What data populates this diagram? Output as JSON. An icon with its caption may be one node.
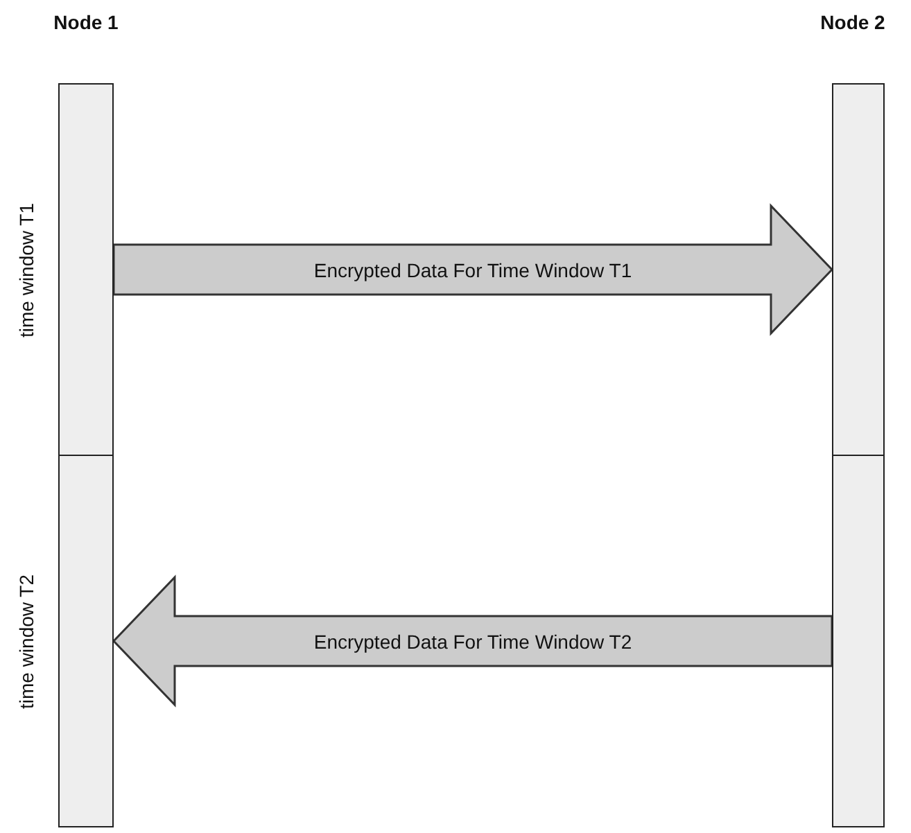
{
  "diagram": {
    "nodes": [
      {
        "text": [
          "Node 1"
        ]
      },
      {
        "text": [],
        "shape": "bar",
        "in": 0,
        "beside": [
          "time window T1"
        ]
      },
      {
        "text": [],
        "shape": "bar",
        "in": 0,
        "beside": [
          "time window T2"
        ]
      },
      {
        "text": [
          "Node 2"
        ]
      },
      {
        "text": [],
        "shape": "bar",
        "in": 3
      },
      {
        "text": [],
        "shape": "bar",
        "in": 3
      }
    ],
    "edges": [
      {
        "from": 1,
        "to": 4,
        "arrow": "to",
        "style": "thick",
        "label": "Encrypted Data For Time Window T1"
      },
      {
        "from": 5,
        "to": 2,
        "arrow": "to",
        "style": "thick",
        "label": "Encrypted Data For Time Window T2"
      }
    ]
  }
}
